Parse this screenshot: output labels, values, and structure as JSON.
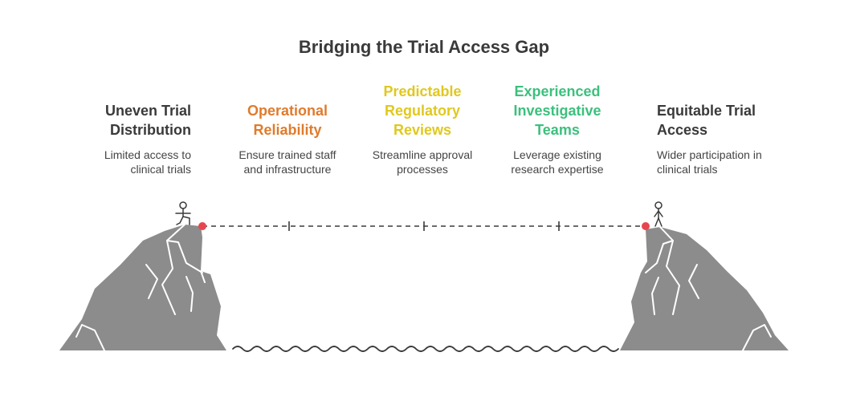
{
  "title": "Bridging the Trial Access Gap",
  "stages": [
    {
      "title": "Uneven Trial Distribution",
      "line1": "Uneven Trial",
      "line2": "Distribution",
      "line3": "",
      "desc1": "Limited access to",
      "desc2": "clinical trials",
      "color": "#3a3a3a"
    },
    {
      "title": "Operational Reliability",
      "line1": "Operational",
      "line2": "Reliability",
      "line3": "",
      "desc1": "Ensure trained staff",
      "desc2": "and infrastructure",
      "color": "#e07b2c"
    },
    {
      "title": "Predictable Regulatory Reviews",
      "line1": "Predictable",
      "line2": "Regulatory",
      "line3": "Reviews",
      "desc1": "Streamline approval",
      "desc2": "processes",
      "color": "#e0c81f"
    },
    {
      "title": "Experienced Investigative Teams",
      "line1": "Experienced",
      "line2": "Investigative",
      "line3": "Teams",
      "desc1": "Leverage existing",
      "desc2": "research expertise",
      "color": "#3cc07d"
    },
    {
      "title": "Equitable Trial Access",
      "line1": "Equitable Trial",
      "line2": "Access",
      "line3": "",
      "desc1": "Wider participation in",
      "desc2": "clinical trials",
      "color": "#3a3a3a"
    }
  ],
  "colors": {
    "cliff": "#8c8c8c",
    "cliff_lines": "#ffffff",
    "endpoint": "#e8464e",
    "bridge": "#3a3a3a",
    "water": "#3a3a3a"
  },
  "icons": {
    "left_figure": "stepping-person-icon",
    "right_figure": "standing-person-icon"
  }
}
